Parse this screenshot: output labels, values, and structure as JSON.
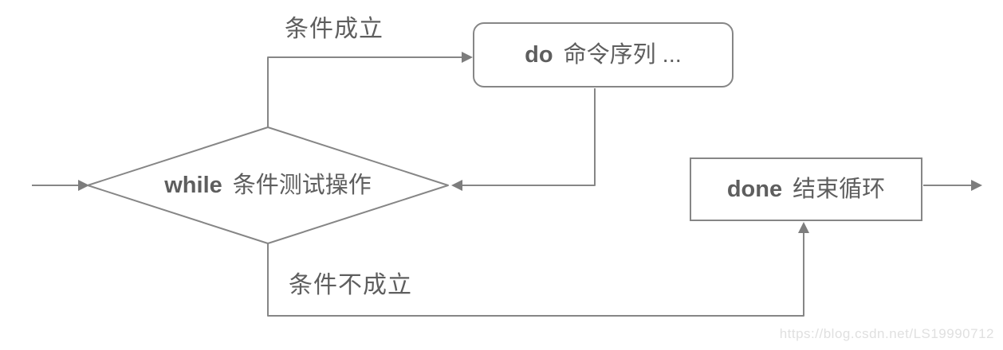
{
  "diagram": {
    "type": "flowchart",
    "topic": "shell while loop control flow",
    "colors": {
      "line": "#868686",
      "arrowhead": "#7d7d7d",
      "node_border": "#868686",
      "node_background": "#ffffff",
      "text": "#5e5e5e",
      "watermark_text": "#e0e0e0",
      "page_background": "#ffffff"
    },
    "nodes": {
      "while_diamond": {
        "shape": "diamond",
        "keyword": "while",
        "label": "条件测试操作"
      },
      "do_box": {
        "shape": "rounded-rectangle",
        "keyword": "do",
        "label": "命令序列 ..."
      },
      "done_box": {
        "shape": "rectangle",
        "keyword": "done",
        "label": "结束循环"
      }
    },
    "edges": {
      "entry": {
        "from": "start",
        "to": "while_diamond",
        "label": ""
      },
      "true_branch": {
        "from": "while_diamond",
        "to": "do_box",
        "label": "条件成立"
      },
      "loop_back": {
        "from": "do_box",
        "to": "while_diamond",
        "label": ""
      },
      "false_branch": {
        "from": "while_diamond",
        "to": "done_box",
        "label": "条件不成立"
      },
      "exit": {
        "from": "done_box",
        "to": "end",
        "label": ""
      }
    },
    "watermark": {
      "text": "https://blog.csdn.net/LS19990712"
    }
  }
}
